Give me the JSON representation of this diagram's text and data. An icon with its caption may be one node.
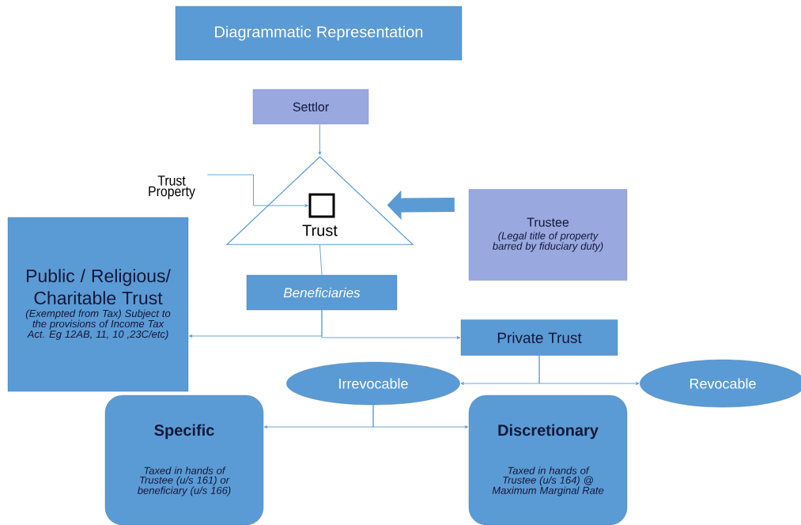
{
  "diagram": {
    "title": "Diagrammatic Representation",
    "nodes": [
      {
        "text": [
          "Settlor"
        ]
      },
      {
        "text": [
          "Trust"
        ]
      },
      {
        "text": [],
        "shape": "box",
        "in": 1
      },
      {
        "text": [
          "Trust Property"
        ]
      },
      {
        "text": [
          "Trustee",
          "(Legal title of property barred by fiduciary duty)"
        ]
      },
      {
        "text": [
          "Beneficiaries"
        ]
      },
      {
        "text": [
          "Public / Religious/ Charitable Trust",
          "(Exempted from Tax) Subject to the provisions of Income Tax Act. Eg 12AB, 11, 10 ,23C/etc)"
        ]
      },
      {
        "text": [
          "Private Trust"
        ]
      },
      {
        "text": [
          "Irrevocable"
        ]
      },
      {
        "text": [
          "Revocable"
        ]
      },
      {
        "text": [
          "Specific",
          "Taxed in hands of Trustee (u/s 161) or beneficiary (u/s 166)"
        ]
      },
      {
        "text": [
          "Discretionary",
          "Taxed in hands of Trustee (u/s 164) @ Maximum Marginal Rate"
        ]
      }
    ],
    "edges": [
      {
        "from": 0,
        "to": 1,
        "arrow": "to"
      },
      {
        "from": 3,
        "to": 2,
        "arrow": "to"
      },
      {
        "from": 4,
        "to": 1,
        "arrow": "to",
        "style": "thick"
      },
      {
        "from": 1,
        "to": 5,
        "arrow": "none"
      },
      {
        "from": 5,
        "to": 6,
        "arrow": "to"
      },
      {
        "from": 5,
        "to": 7,
        "arrow": "to"
      },
      {
        "from": 7,
        "to": 8,
        "arrow": "to"
      },
      {
        "from": 7,
        "to": 9,
        "arrow": "to"
      },
      {
        "from": 8,
        "to": 10,
        "arrow": "to"
      },
      {
        "from": 8,
        "to": 11,
        "arrow": "to"
      }
    ]
  }
}
